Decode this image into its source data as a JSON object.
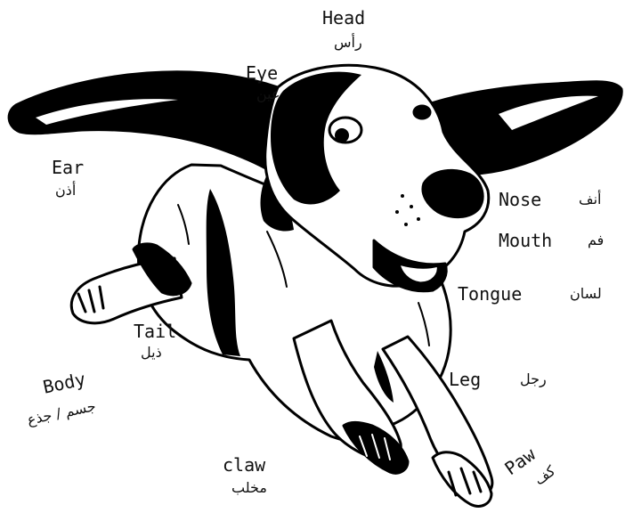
{
  "labels": {
    "head": {
      "en": "Head",
      "ar": "رأس"
    },
    "eye": {
      "en": "Eye",
      "ar": "عين"
    },
    "ear": {
      "en": "Ear",
      "ar": "أذن"
    },
    "nose": {
      "en": "Nose",
      "ar": "أنف"
    },
    "mouth": {
      "en": "Mouth",
      "ar": "فم"
    },
    "tongue": {
      "en": "Tongue",
      "ar": "لسان"
    },
    "tail": {
      "en": "Tail",
      "ar": "ذيل"
    },
    "body": {
      "en": "Body",
      "ar": "جسم / جذع"
    },
    "leg": {
      "en": "Leg",
      "ar": "رجل"
    },
    "claw": {
      "en": "claw",
      "ar": "مخلب"
    },
    "paw": {
      "en": "Paw",
      "ar": "كف"
    }
  }
}
